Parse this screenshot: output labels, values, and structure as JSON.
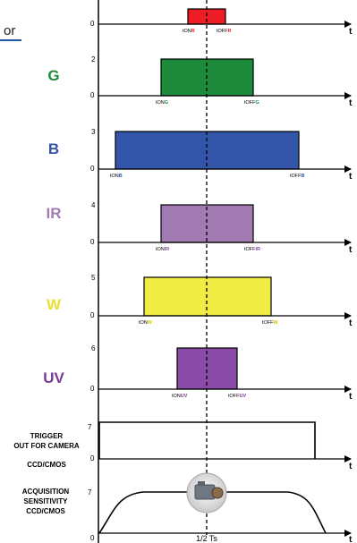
{
  "fragment_text": "or",
  "axis_label": "t",
  "half_period_label": "1/2 Ts",
  "channels": [
    {
      "label": "",
      "label_color": "#000000",
      "fill": "#ee1c24",
      "tick": "0",
      "value": "",
      "t_on": "tON",
      "t_on_tag": "R",
      "t_off": "tOFF",
      "t_off_tag": "R",
      "tag_color": "#ee1c24"
    },
    {
      "label": "G",
      "label_color": "#1e8a3c",
      "fill": "#1e8a3c",
      "tick": "0",
      "value": "2",
      "t_on": "tON",
      "t_on_tag": "G",
      "t_off": "tOFF",
      "t_off_tag": "G",
      "tag_color": "#1e8a3c"
    },
    {
      "label": "B",
      "label_color": "#3355aa",
      "fill": "#3355aa",
      "tick": "0",
      "value": "3",
      "t_on": "tON",
      "t_on_tag": "B",
      "t_off": "tOFF",
      "t_off_tag": "B",
      "tag_color": "#3355aa"
    },
    {
      "label": "IR",
      "label_color": "#a27bb3",
      "fill": "#a27bb3",
      "tick": "0",
      "value": "4",
      "t_on": "tON",
      "t_on_tag": "IR",
      "t_off": "tOFF",
      "t_off_tag": "IR",
      "tag_color": "#8a4d9e"
    },
    {
      "label": "W",
      "label_color": "#e8e030",
      "fill": "#f0ec44",
      "tick": "0",
      "value": "5",
      "t_on": "tON",
      "t_on_tag": "W",
      "t_off": "tOFF",
      "t_off_tag": "W",
      "tag_color": "#d8c800"
    },
    {
      "label": "UV",
      "label_color": "#7a3a98",
      "fill": "#8a4aa8",
      "tick": "0",
      "value": "6",
      "t_on": "tON",
      "t_on_tag": "UV",
      "t_off": "tOFF",
      "t_off_tag": "UV",
      "tag_color": "#7a3a98"
    }
  ],
  "trigger": {
    "line1": "TRIGGER",
    "line2": "OUT FOR CAMERA",
    "line3": "CCD/CMOS",
    "value": "7",
    "tick": "0"
  },
  "acquisition": {
    "line1": "ACQUISITION",
    "line2": "SENSITIVITY",
    "line3": "CCD/CMOS",
    "value": "7",
    "tick": "0"
  },
  "camera_icon": "camera-icon"
}
